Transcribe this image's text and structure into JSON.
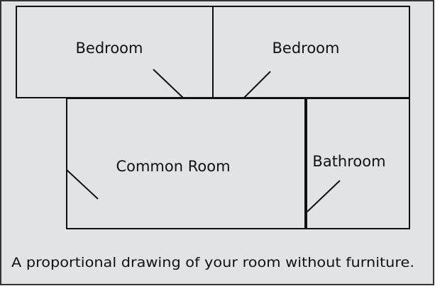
{
  "colors": {
    "background": "#e2e3e5",
    "outline": "#111111"
  },
  "rooms": [
    {
      "name": "bedroom-left",
      "label": "Bedroom"
    },
    {
      "name": "bedroom-right",
      "label": "Bedroom"
    },
    {
      "name": "common-room",
      "label": "Common Room"
    },
    {
      "name": "bathroom",
      "label": "Bathroom"
    }
  ],
  "caption": "A proportional drawing of your room without furniture."
}
